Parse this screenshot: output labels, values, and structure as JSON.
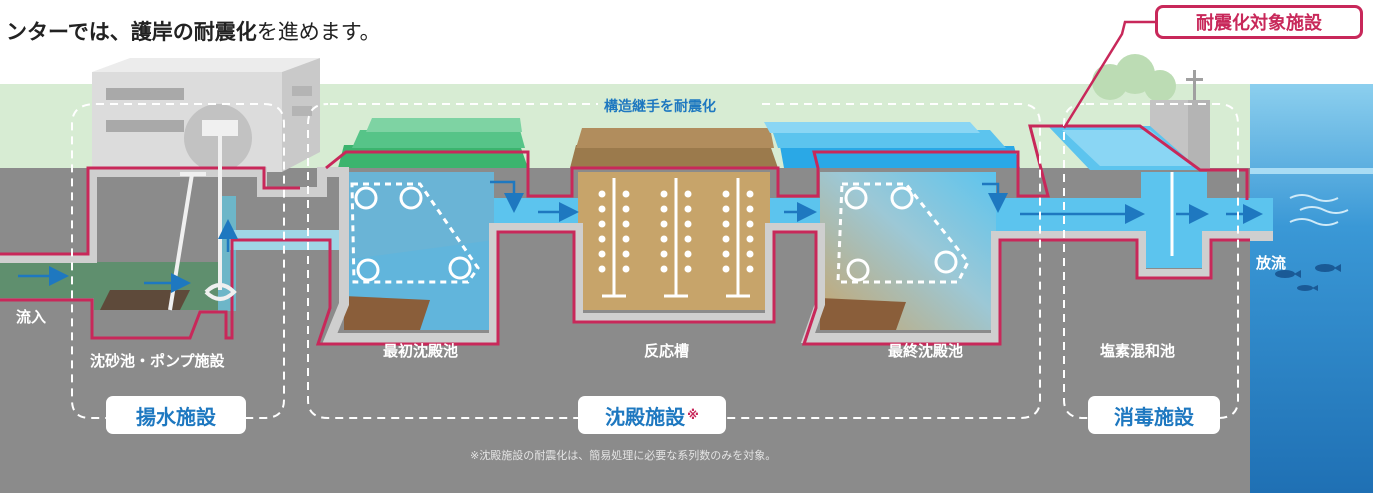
{
  "heading": {
    "bold": "ンターでは、護岸の耐震化",
    "rest": "を進めます。"
  },
  "legend_label": "耐震化対象施設",
  "joint_label": "構造継手を耐震化",
  "labels": {
    "inflow": "流入",
    "outflow": "放流",
    "grit_pump": "沈砂池・ポンプ施設",
    "primary": "最初沈殿池",
    "reactor": "反応槽",
    "final": "最終沈殿池",
    "chlorine": "塩素混和池"
  },
  "groups": {
    "pumping": "揚水施設",
    "sedimentation": "沈殿施設",
    "sedimentation_mark": "※",
    "disinfection": "消毒施設"
  },
  "footnote": "※沈殿施設の耐震化は、簡易処理に必要な系列数のみを対象。",
  "colors": {
    "accent": "#c8285a",
    "water": "#5cc4ee",
    "ground": "#8b8b8b",
    "sea": "#2a82c8",
    "sky": "#d7ecd3",
    "label_blue": "#1e78c0"
  }
}
